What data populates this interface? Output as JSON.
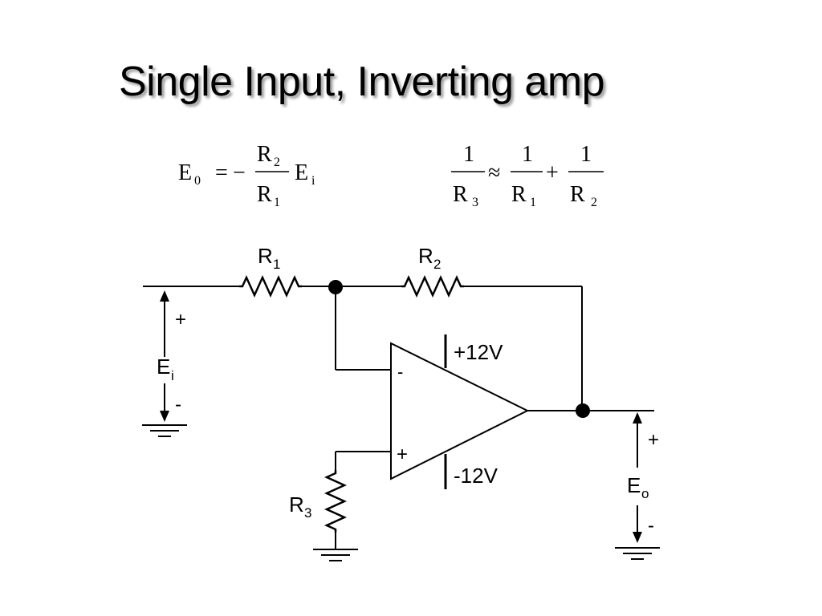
{
  "slide": {
    "title": "Single Input, Inverting amp"
  },
  "formula1": {
    "lhs": "E",
    "lhs_sub": "0",
    "equals": "=",
    "minus": "−",
    "num": "R",
    "num_sub": "2",
    "den": "R",
    "den_sub": "1",
    "rhs": "E",
    "rhs_sub": "i"
  },
  "formula2": {
    "f1_num": "1",
    "f1_den": "R",
    "f1_den_sub": "3",
    "approx": "≈",
    "f2_num": "1",
    "f2_den": "R",
    "f2_den_sub": "1",
    "plus": "+",
    "f3_num": "1",
    "f3_den": "R",
    "f3_den_sub": "2"
  },
  "circuit": {
    "r1": {
      "main": "R",
      "sub": "1"
    },
    "r2": {
      "main": "R",
      "sub": "2"
    },
    "r3": {
      "main": "R",
      "sub": "3"
    },
    "supply_pos": "+12V",
    "supply_neg": "-12V",
    "opamp_inv": "-",
    "opamp_noninv": "+",
    "input": {
      "main": "E",
      "sub": "i",
      "plus": "+",
      "minus": "-"
    },
    "output": {
      "main": "E",
      "sub": "o",
      "plus": "+",
      "minus": "-"
    }
  }
}
